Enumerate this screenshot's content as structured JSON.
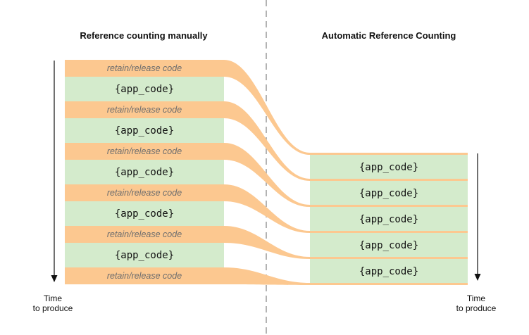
{
  "titles": {
    "left": "Reference counting manually",
    "right": "Automatic Reference Counting"
  },
  "left_column": {
    "blocks": [
      {
        "kind": "retain_release",
        "label": "retain/release code"
      },
      {
        "kind": "app_code",
        "label": "{app_code}"
      },
      {
        "kind": "retain_release",
        "label": "retain/release code"
      },
      {
        "kind": "app_code",
        "label": "{app_code}"
      },
      {
        "kind": "retain_release",
        "label": "retain/release code"
      },
      {
        "kind": "app_code",
        "label": "{app_code}"
      },
      {
        "kind": "retain_release",
        "label": "retain/release code"
      },
      {
        "kind": "app_code",
        "label": "{app_code}"
      },
      {
        "kind": "retain_release",
        "label": "retain/release code"
      },
      {
        "kind": "app_code",
        "label": "{app_code}"
      },
      {
        "kind": "retain_release",
        "label": "retain/release code"
      }
    ]
  },
  "right_column": {
    "blocks": [
      {
        "kind": "app_code",
        "label": "{app_code}"
      },
      {
        "kind": "app_code",
        "label": "{app_code}"
      },
      {
        "kind": "app_code",
        "label": "{app_code}"
      },
      {
        "kind": "app_code",
        "label": "{app_code}"
      },
      {
        "kind": "app_code",
        "label": "{app_code}"
      }
    ]
  },
  "time_axis": {
    "left_line1": "Time",
    "left_line2": "to produce",
    "right_line1": "Time",
    "right_line2": "to produce"
  },
  "colors": {
    "retain_release": "#fcc890",
    "app_code": "#d4ebcc",
    "divider": "#9a9a9a",
    "arrow": "#111111"
  }
}
